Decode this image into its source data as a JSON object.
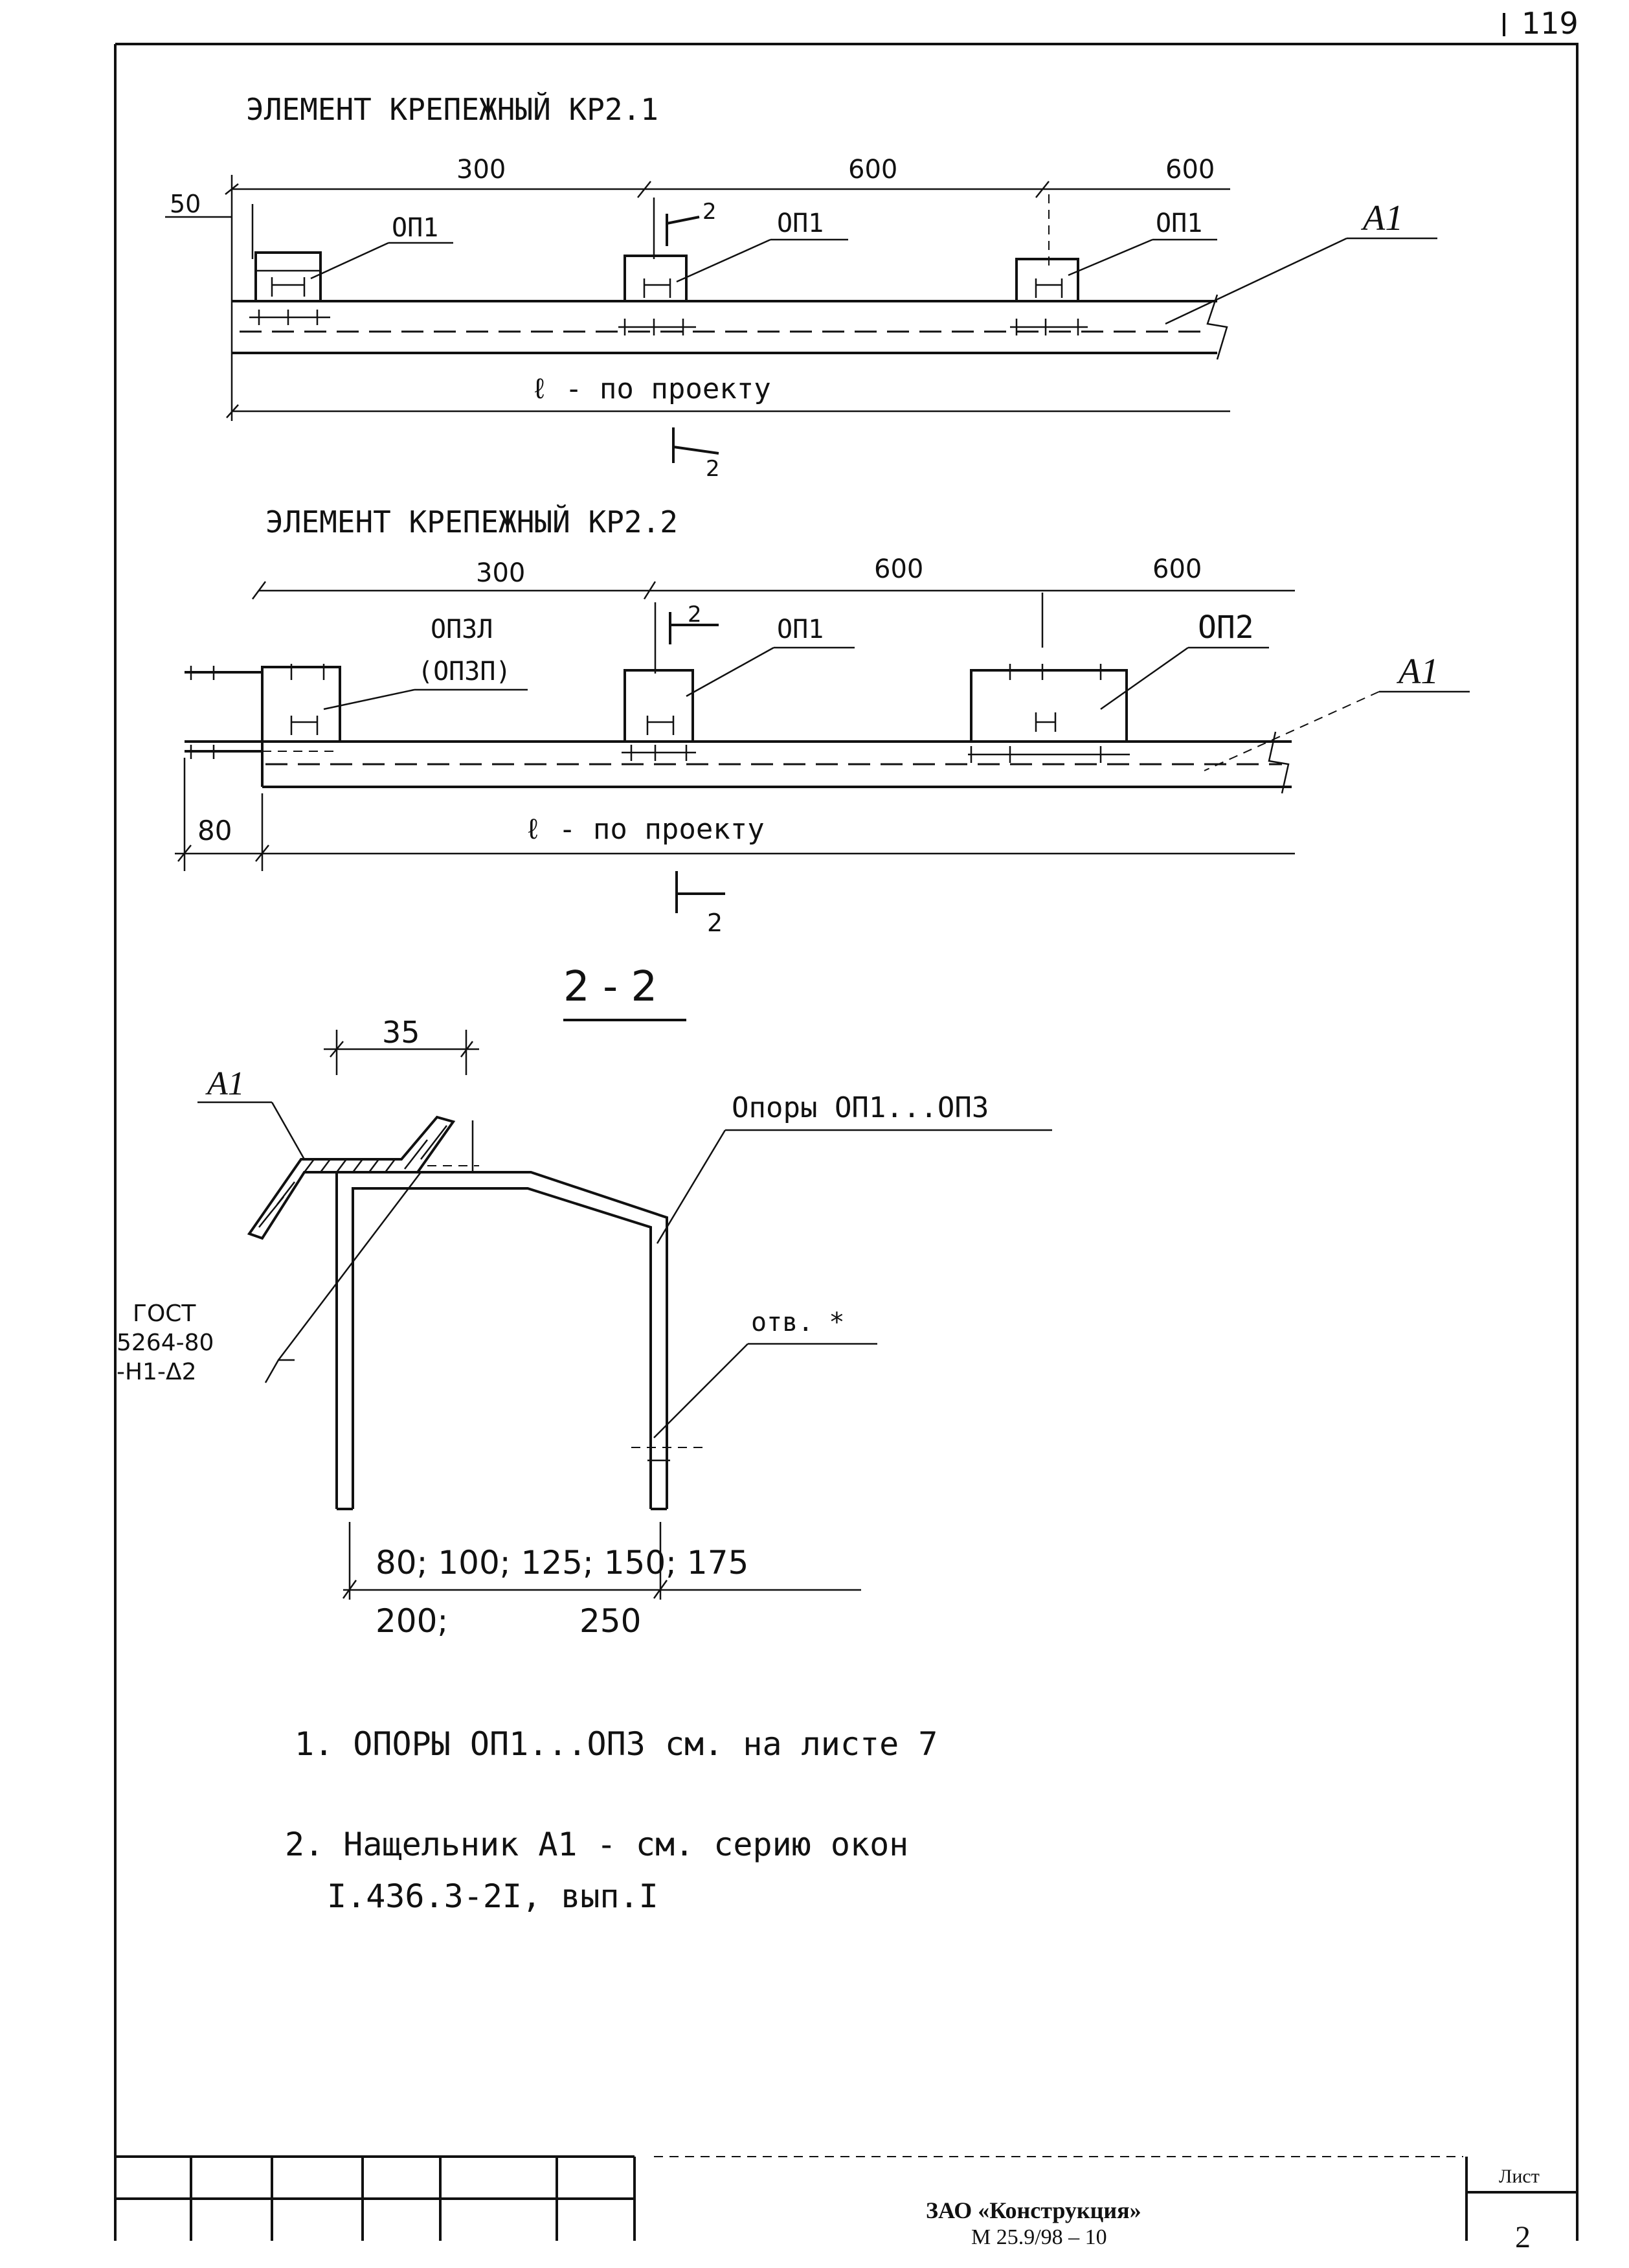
{
  "sheet_number": "119",
  "kr21": {
    "title": "ЭЛЕМЕНТ КРЕПЕЖНЫЙ КР2.1",
    "dim_offset": "50",
    "dims": [
      "300",
      "600",
      "600"
    ],
    "supports": [
      "ОП1",
      "ОП1",
      "ОП1"
    ],
    "part_label": "А1",
    "length_label": "ℓ - по проекту",
    "section_mark": "2"
  },
  "kr22": {
    "title": "ЭЛЕМЕНТ КРЕПЕЖНЫЙ КР2.2",
    "dims": [
      "300",
      "600",
      "600"
    ],
    "support_1": "ОП3Л",
    "support_1_alt": "(ОП3П)",
    "support_2": "ОП1",
    "support_3": "ОП2",
    "part_label": "А1",
    "overhang_dim": "80",
    "length_label": "ℓ - по проекту",
    "section_mark": "2"
  },
  "section": {
    "title": "2 - 2",
    "width_dim": "35",
    "part_label": "А1",
    "supports_label": "Опоры ОП1...ОП3",
    "hole_label": "отв. *",
    "weld_gost_1": "ГОСТ",
    "weld_gost_2": "5264-80",
    "weld_gost_3": "-Н1-Δ2",
    "spacing_1": "80; 100; 125; 150; 175",
    "spacing_2a": "200;",
    "spacing_2b": "250"
  },
  "notes": [
    "1. ОПОРЫ ОП1...ОП3 см. на листе 7",
    "2. Нащельник А1 - см. серию окон",
    "I.436.3-2I, вып.I"
  ],
  "title_block": {
    "company": "ЗАО «Конструкция»",
    "code": "М 25.9/98 – 10",
    "sheet_label": "Лист",
    "sheet_value": "2"
  }
}
